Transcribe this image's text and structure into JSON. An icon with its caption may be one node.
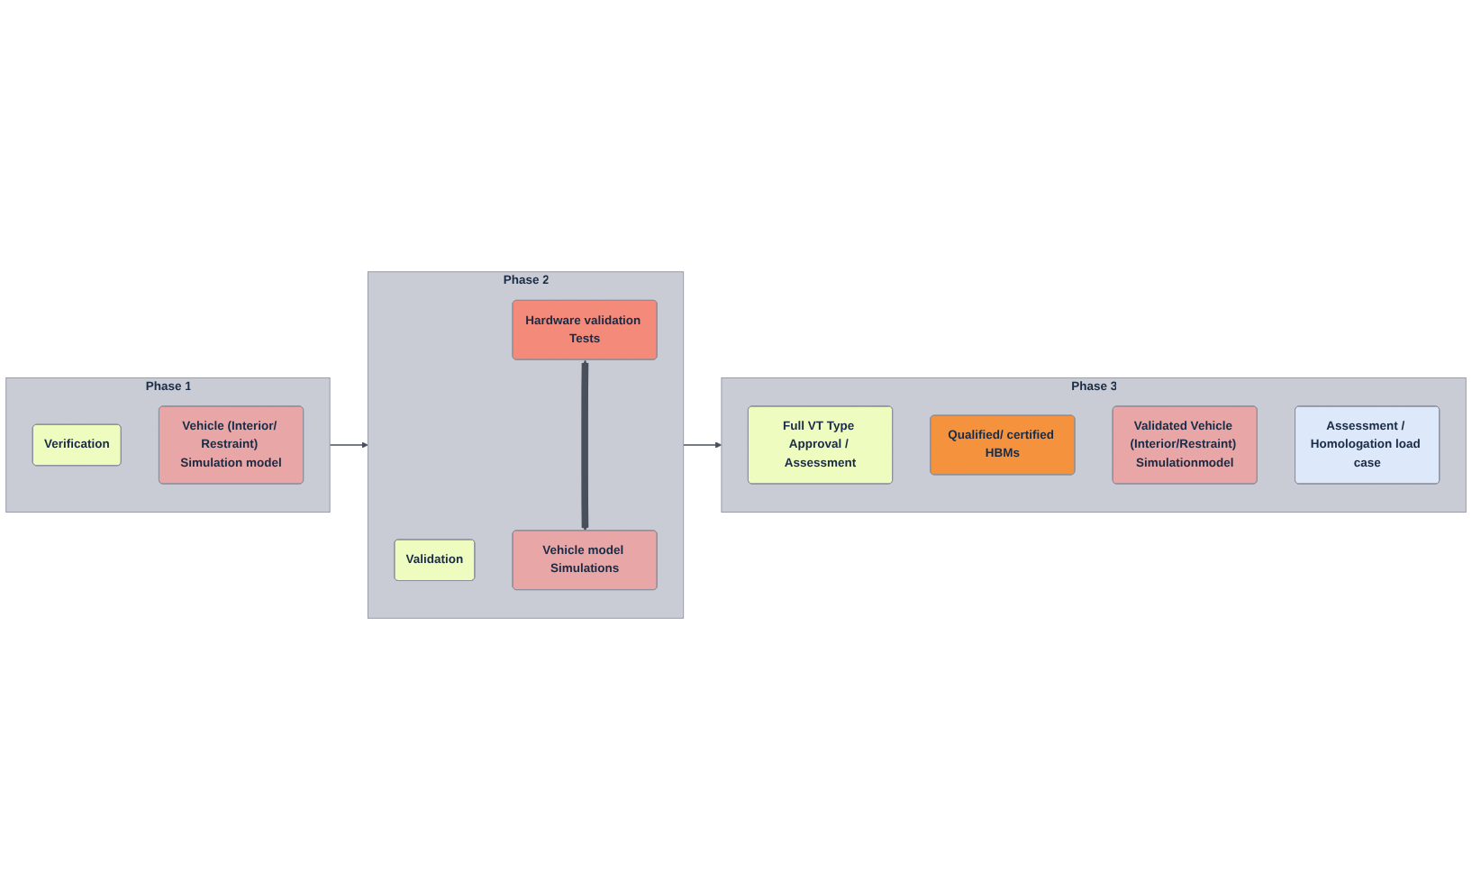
{
  "diagram": {
    "nodes": [
      {
        "text": [
          "Phase 1"
        ]
      },
      {
        "text": [
          "Verification"
        ],
        "in": 0
      },
      {
        "text": [
          "Vehicle (Interior/ Restraint) Simulation model"
        ],
        "in": 0
      },
      {
        "text": [
          "Phase 2"
        ]
      },
      {
        "text": [
          "Validation"
        ],
        "in": 3
      },
      {
        "text": [
          "Hardware validation Tests"
        ],
        "in": 3
      },
      {
        "text": [
          "Vehicle model Simulations"
        ],
        "in": 3
      },
      {
        "text": [
          "Phase 3"
        ]
      },
      {
        "text": [
          "Full VT Type Approval / Assessment"
        ],
        "in": 7
      },
      {
        "text": [
          "Qualified/ certified HBMs"
        ],
        "in": 7
      },
      {
        "text": [
          "Validated Vehicle (Interior/Restraint) Simulationmodel"
        ],
        "in": 7
      },
      {
        "text": [
          "Assessment / Homologation load case"
        ],
        "in": 7
      }
    ],
    "edges": [
      {
        "from": 0,
        "to": 3,
        "arrow": "to"
      },
      {
        "from": 3,
        "to": 7,
        "arrow": "to"
      },
      {
        "from": 5,
        "to": 6,
        "arrow": "both",
        "style": "thick"
      }
    ]
  }
}
